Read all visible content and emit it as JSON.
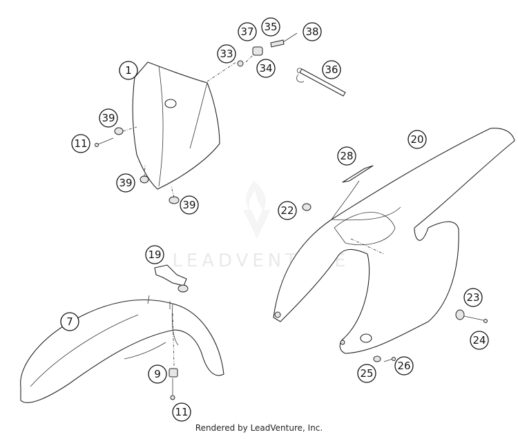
{
  "watermark": {
    "brand": "LEADVENTURE"
  },
  "footer": {
    "credit": "Rendered by LeadVenture, Inc."
  },
  "callouts": [
    "1",
    "39",
    "11",
    "39",
    "39",
    "33",
    "37",
    "35",
    "38",
    "34",
    "36",
    "19",
    "7",
    "9",
    "11",
    "28",
    "20",
    "22",
    "23",
    "24",
    "25",
    "26"
  ]
}
